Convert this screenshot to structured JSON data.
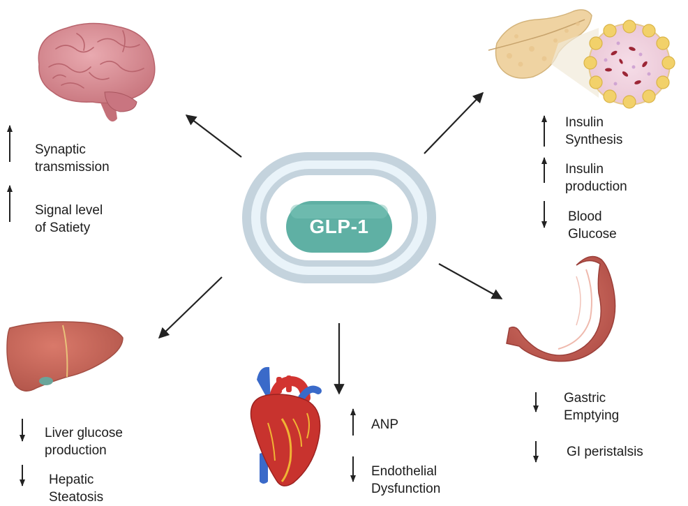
{
  "center": {
    "label": "GLP-1"
  },
  "colors": {
    "capsule_outer": "#c4d3dd",
    "capsule_inner": "#e9f3f9",
    "pill_fill": "#5fb0a4",
    "arrow": "#222222",
    "text": "#1c1c1c"
  },
  "brain": {
    "effects": [
      {
        "direction": "up",
        "lines": [
          "Synaptic",
          "transmission"
        ]
      },
      {
        "direction": "up",
        "lines": [
          "Signal level",
          "of Satiety"
        ]
      }
    ]
  },
  "pancreas": {
    "effects": [
      {
        "direction": "up",
        "lines": [
          "Insulin",
          "Synthesis"
        ]
      },
      {
        "direction": "up",
        "lines": [
          "Insulin",
          "production"
        ]
      },
      {
        "direction": "down",
        "lines": [
          "Blood",
          "Glucose"
        ]
      }
    ]
  },
  "liver": {
    "effects": [
      {
        "direction": "down",
        "lines": [
          "Liver glucose",
          "production"
        ]
      },
      {
        "direction": "down",
        "lines": [
          "Hepatic",
          "Steatosis"
        ]
      }
    ]
  },
  "heart": {
    "effects": [
      {
        "direction": "up",
        "lines": [
          "ANP"
        ]
      },
      {
        "direction": "down",
        "lines": [
          "Endothelial",
          "Dysfunction"
        ]
      }
    ]
  },
  "stomach": {
    "effects": [
      {
        "direction": "down",
        "lines": [
          "Gastric",
          "Emptying"
        ]
      },
      {
        "direction": "down",
        "lines": [
          "GI peristalsis"
        ]
      }
    ]
  }
}
